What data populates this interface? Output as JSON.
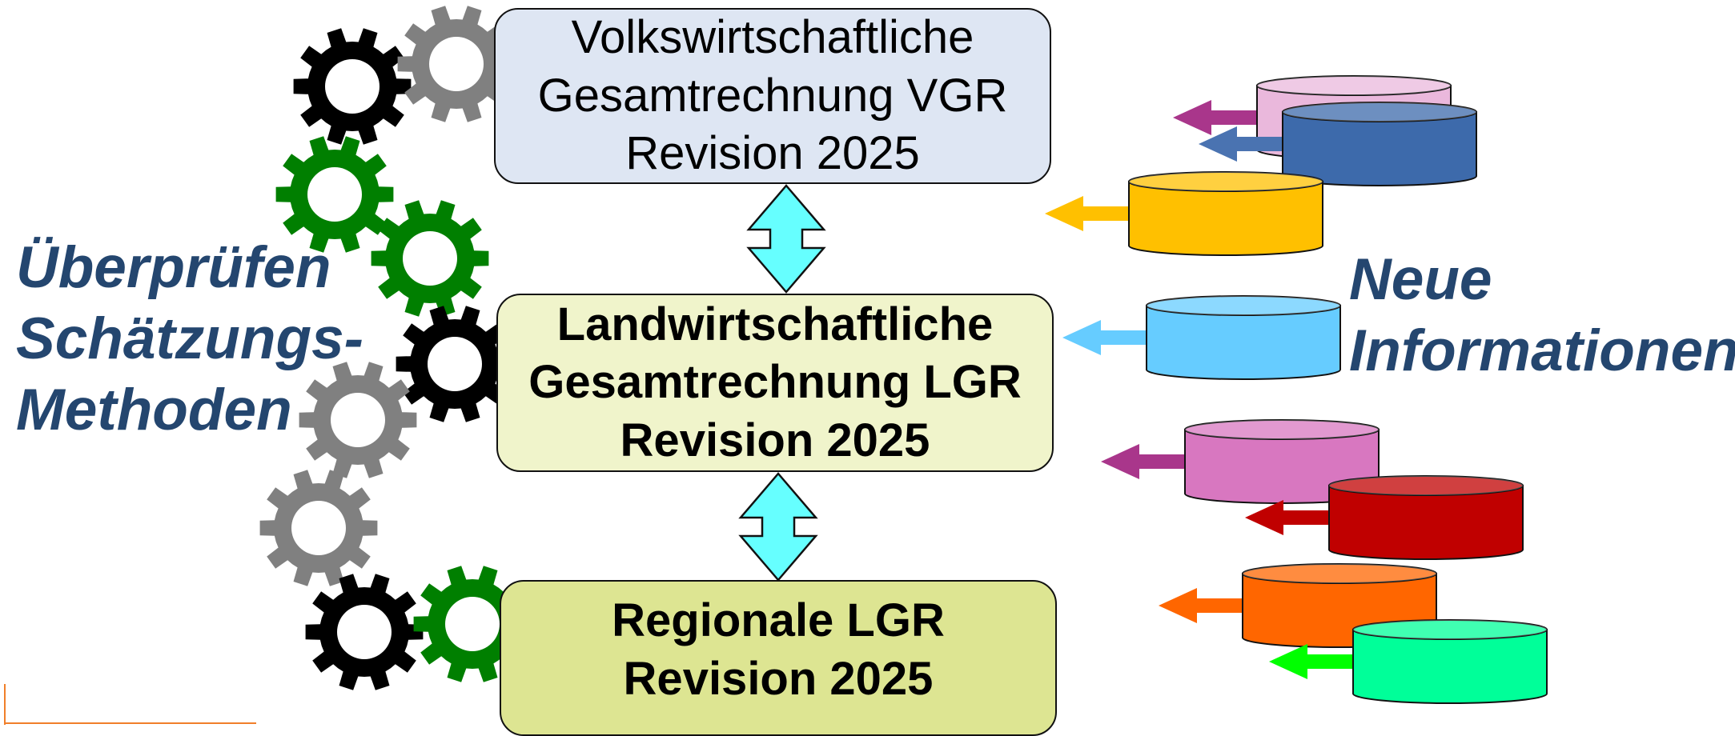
{
  "boxes": {
    "vgr": {
      "lines": [
        "Volkswirtschaftliche",
        "Gesamtrechnung VGR",
        "Revision 2025"
      ]
    },
    "lgr": {
      "lines": [
        "Landwirtschaftliche",
        "Gesamtrechnung LGR",
        "Revision 2025"
      ]
    },
    "regional": {
      "lines": [
        "Regionale LGR",
        "Revision 2025"
      ]
    }
  },
  "left_label": {
    "lines": [
      "Überprüfen",
      "Schätzungs-",
      "Methoden"
    ]
  },
  "right_label": {
    "lines": [
      "Neue",
      "Informationen"
    ]
  },
  "colors": {
    "text_accent": "#24466f",
    "box_vgr": "#dee6f3",
    "box_lgr": "#f0f4cb",
    "box_regional": "#dde592",
    "double_arrow": "#66ffff",
    "gear_black": "#000000",
    "gear_gray": "#808080",
    "gear_green": "#007f00",
    "corner_line": "#f07f2a"
  },
  "gears": [
    "black",
    "gray",
    "green",
    "green",
    "black",
    "gray",
    "gray",
    "black",
    "green"
  ],
  "data_sources": [
    {
      "name": "source-pink-top",
      "color": "#eab8dc",
      "arrow_color": "#a9368b"
    },
    {
      "name": "source-blue",
      "color": "#3d6aab",
      "arrow_color": "#4a73b1"
    },
    {
      "name": "source-yellow",
      "color": "#ffc000",
      "arrow_color": "#ffc000"
    },
    {
      "name": "source-lightblue",
      "color": "#66ccff",
      "arrow_color": "#66ccff"
    },
    {
      "name": "source-pink",
      "color": "#d877c0",
      "arrow_color": "#a9368b"
    },
    {
      "name": "source-red",
      "color": "#c00000",
      "arrow_color": "#c00000"
    },
    {
      "name": "source-orange",
      "color": "#ff6600",
      "arrow_color": "#ff6600"
    },
    {
      "name": "source-mint",
      "color": "#00ff99",
      "arrow_color": "#00ff00"
    }
  ]
}
